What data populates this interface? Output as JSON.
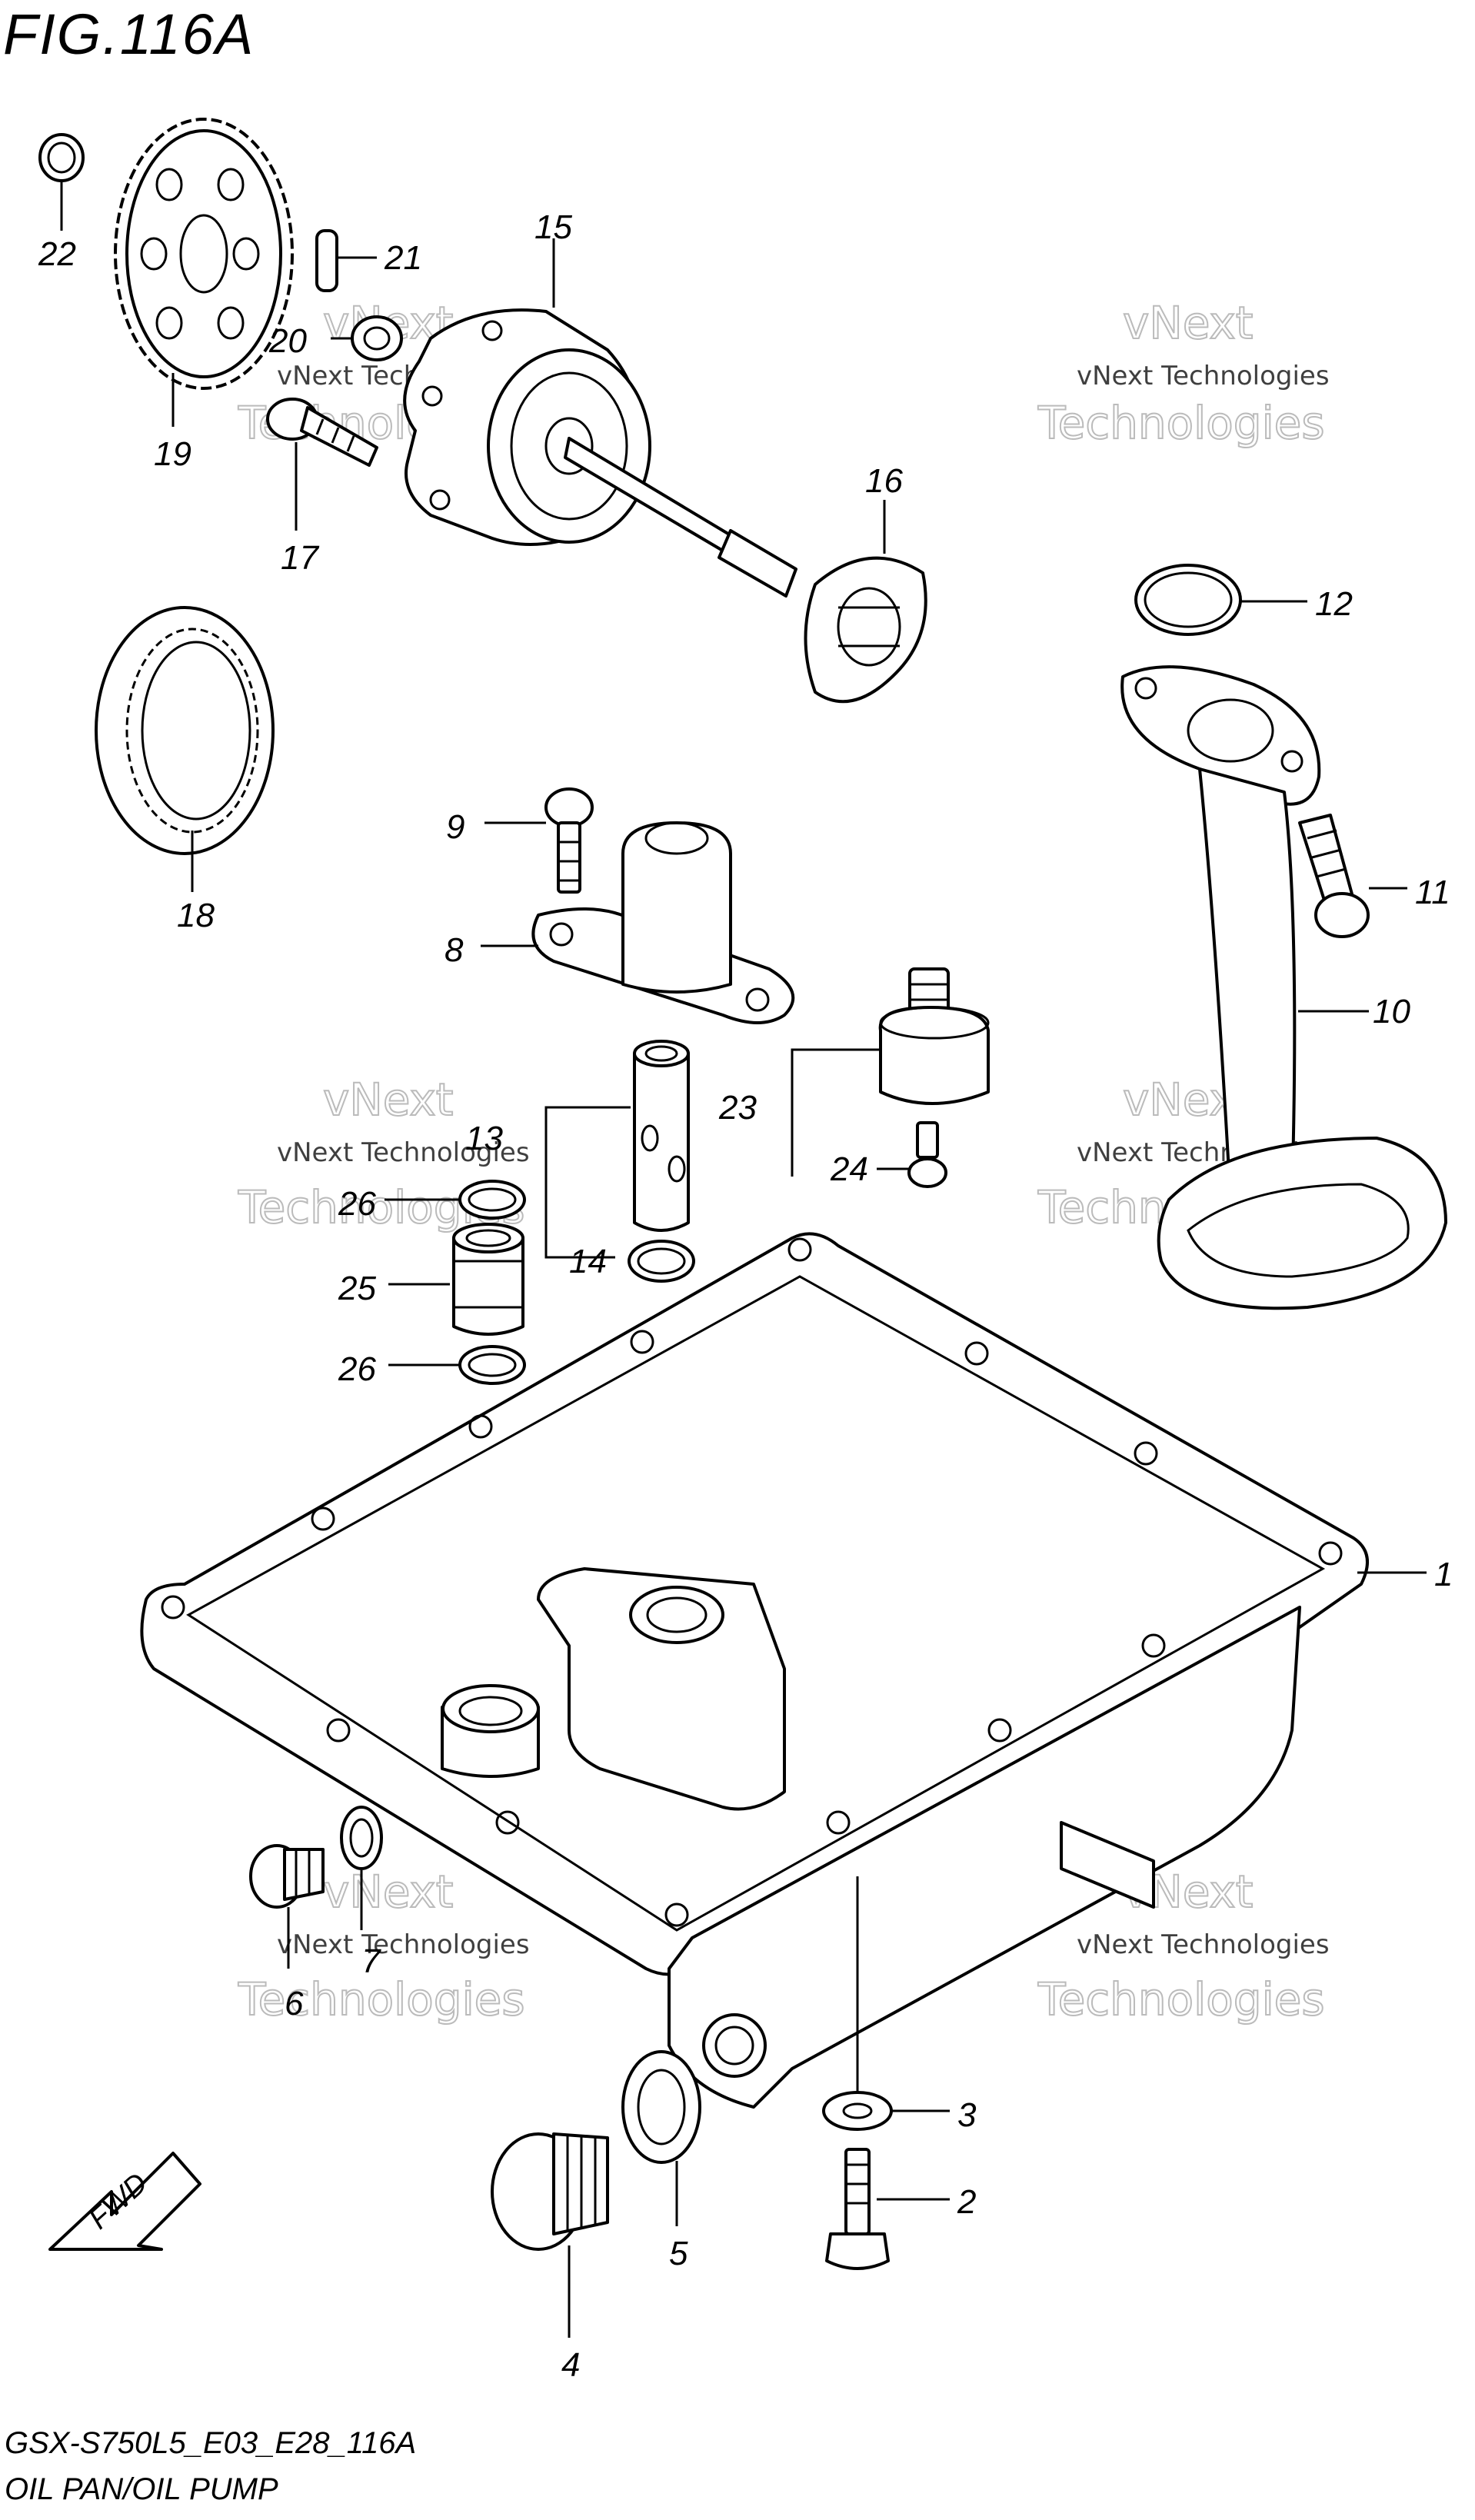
{
  "figure": {
    "title": "FIG.116A",
    "model_code": "GSX-S750L5_E03_E28_116A",
    "subtitle": "OIL PAN/OIL PUMP"
  },
  "watermark": {
    "line1": "vNext Technologies",
    "line2": "vNext",
    "line3": "Technologies"
  },
  "fwd_label": "FWD",
  "callouts": {
    "c1": "1",
    "c2": "2",
    "c3": "3",
    "c4": "4",
    "c5": "5",
    "c6": "6",
    "c7": "7",
    "c8": "8",
    "c9": "9",
    "c10": "10",
    "c11": "11",
    "c12": "12",
    "c13": "13",
    "c14": "14",
    "c15": "15",
    "c16": "16",
    "c17": "17",
    "c18": "18",
    "c19": "19",
    "c20": "20",
    "c21": "21",
    "c22": "22",
    "c23": "23",
    "c24": "24",
    "c25": "25",
    "c26a": "26",
    "c26b": "26"
  }
}
